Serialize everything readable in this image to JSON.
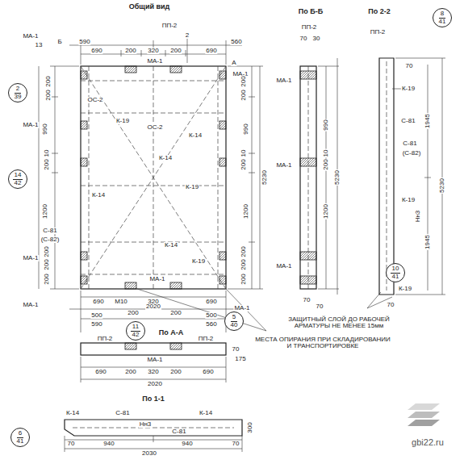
{
  "diagram": {
    "nodes": [
      {
        "text": [
          "2",
          "39"
        ]
      },
      {
        "text": [
          "14",
          "42"
        ]
      },
      {
        "text": [
          "8",
          "41"
        ]
      },
      {
        "text": [
          "10",
          "41"
        ]
      },
      {
        "text": [
          "5",
          "40"
        ]
      },
      {
        "text": [
          "11",
          "42"
        ]
      },
      {
        "text": [
          "6",
          "41"
        ]
      }
    ],
    "labels": [
      "Общий вид",
      "По Б-Б",
      "По 2-2",
      "ПП-2",
      "2",
      "590",
      "560",
      "690",
      "200",
      "320",
      "200",
      "690",
      "МА-1",
      "МА-1",
      "13",
      "Б",
      "А",
      "МА-1",
      "200",
      "200",
      "990",
      "МА-1",
      "10",
      "200",
      "ОС-2",
      "К-19",
      "ОС-2",
      "К-14",
      "К-14",
      "К-19",
      "1200",
      "К-14",
      "С-81",
      "(С-82)",
      "К-14",
      "К-19",
      "МА-1",
      "200",
      "200",
      "200",
      "МА-1",
      "990",
      "10",
      "200",
      "1200",
      "5230",
      "200",
      "200",
      "200",
      "200",
      "200",
      "МА-1",
      "МА-1",
      "М10",
      "690",
      "320",
      "200",
      "200",
      "690",
      "2020",
      "500",
      "500",
      "590",
      "560",
      "По А-А",
      "ПП-2",
      "ПП-2",
      "МА-1",
      "690",
      "200",
      "320",
      "200",
      "690",
      "2020",
      "70",
      "175",
      "МЕСТА ОПИРАНИЯ ПРИ СКЛАДИРОВАНИИ И ТРАНСПОРТИРОВКЕ",
      "По 1-1",
      "К-14",
      "С-81",
      "К-14",
      "Нн3",
      "С-81",
      "940",
      "940",
      "70",
      "70",
      "2030",
      "300",
      "ПП-2",
      "70",
      "30",
      "МА-1",
      "990",
      "10",
      "200",
      "1200",
      "5230",
      "МА-1",
      "МА-1",
      "70",
      "70",
      "ПП-2",
      "70",
      "К-19",
      "С-81",
      "С-81",
      "(С-82)",
      "1945",
      "5230",
      "К-19",
      "1945",
      "Нн3",
      "К-19",
      "70",
      "ЗАЩИТНЫЙ СЛОЙ ДО РАБОЧЕЙ АРМАТУРЫ НЕ МЕНЕЕ 15мм",
      "gbi22.ru"
    ]
  }
}
